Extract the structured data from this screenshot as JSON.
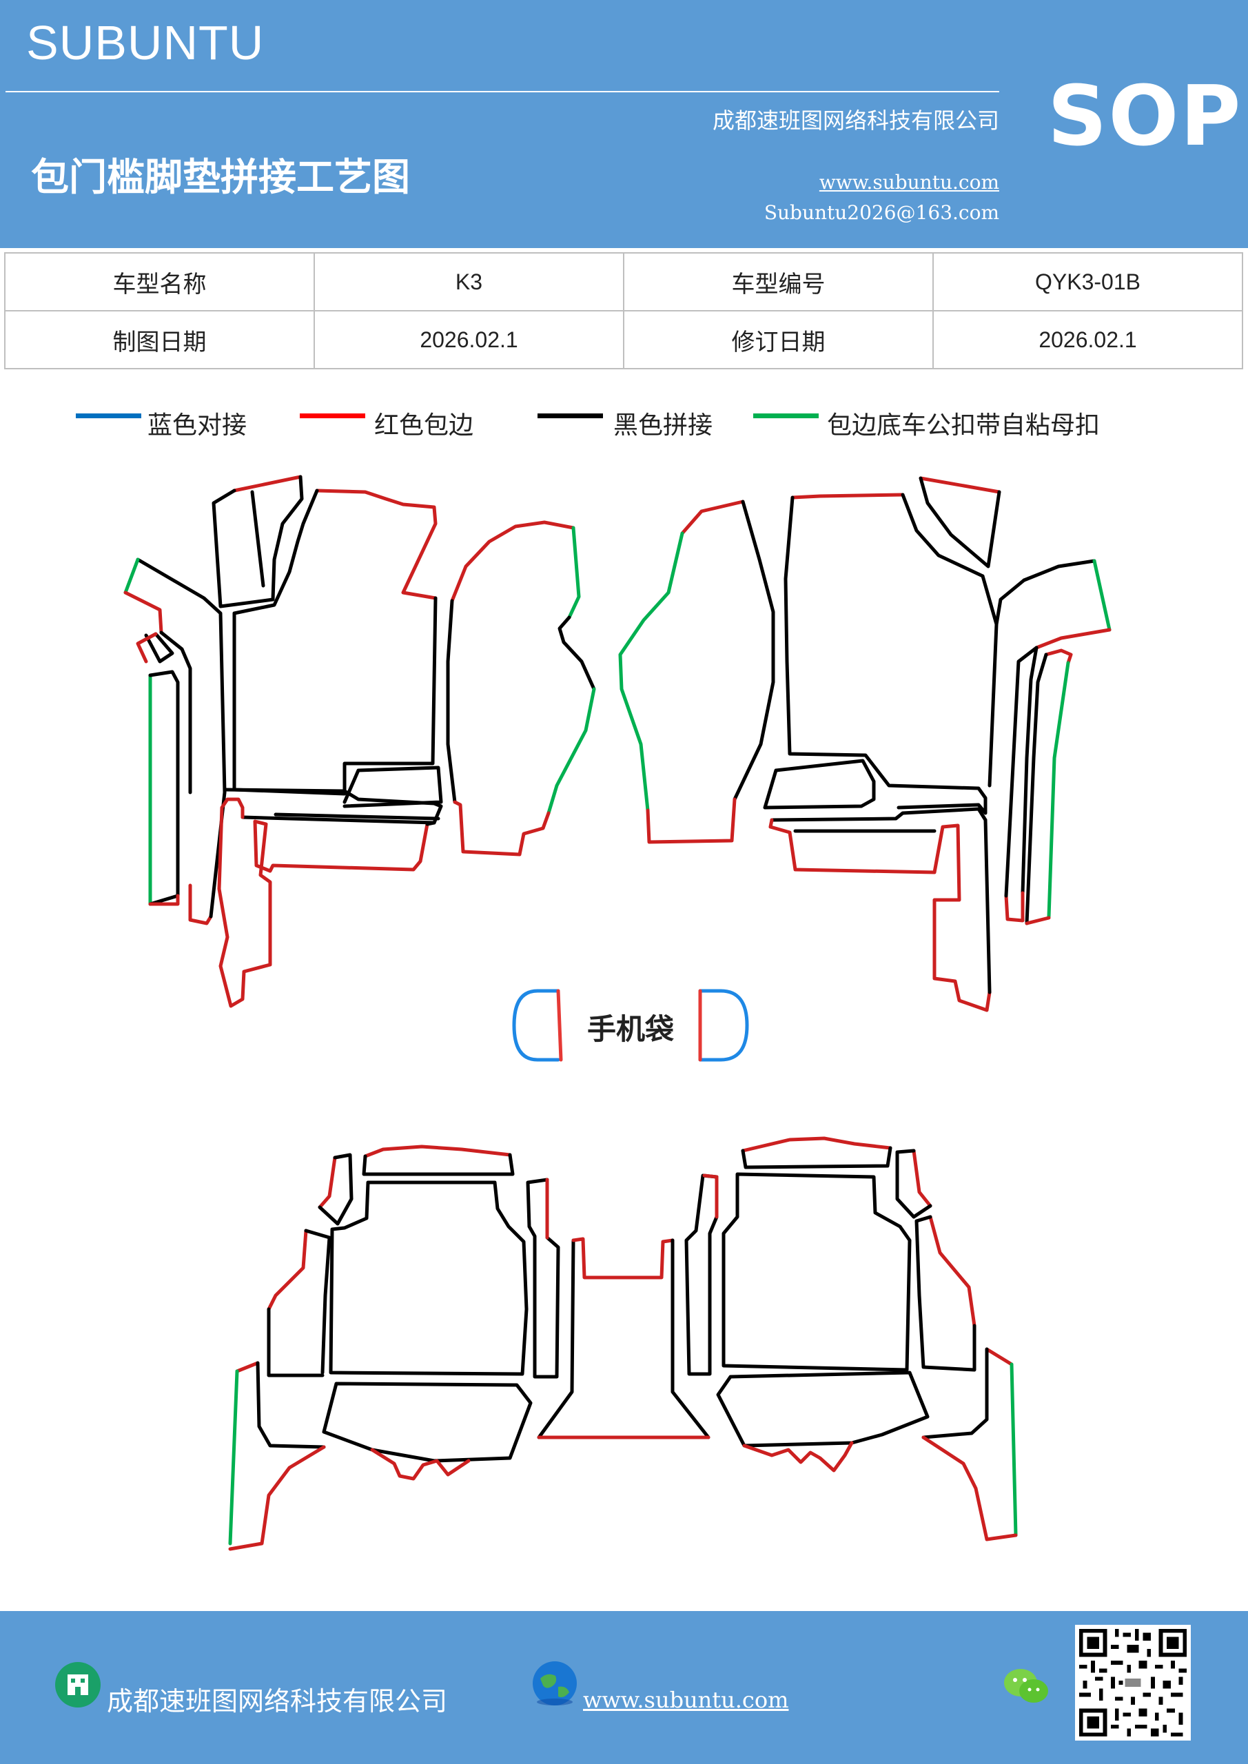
{
  "header": {
    "brand": "SUBUNTU",
    "company": "成都速班图网络科技有限公司",
    "title": "包门槛脚垫拼接工艺图",
    "website": "www.subuntu.com",
    "email": "Subuntu2026@163.com",
    "badge": "SOP",
    "background_color": "#5b9bd5"
  },
  "info_table": {
    "rows": [
      [
        "车型名称",
        "K3",
        "车型编号",
        "QYK3-01B"
      ],
      [
        "制图日期",
        "2026.02.1",
        "修订日期",
        "2026.02.1"
      ]
    ]
  },
  "legend": [
    {
      "label": "蓝色对接",
      "color": "#0070c0"
    },
    {
      "label": "红色包边",
      "color": "#ff0000"
    },
    {
      "label": "黑色拼接",
      "color": "#000000"
    },
    {
      "label": "包边底车公扣带自粘母扣",
      "color": "#00b050"
    }
  ],
  "diagram": {
    "phone_pocket_label": "手机袋"
  },
  "footer": {
    "company": "成都速班图网络科技有限公司",
    "website": "www.subuntu.com",
    "icons": [
      "building-icon",
      "globe-icon",
      "wechat-icon",
      "qr-code"
    ]
  }
}
